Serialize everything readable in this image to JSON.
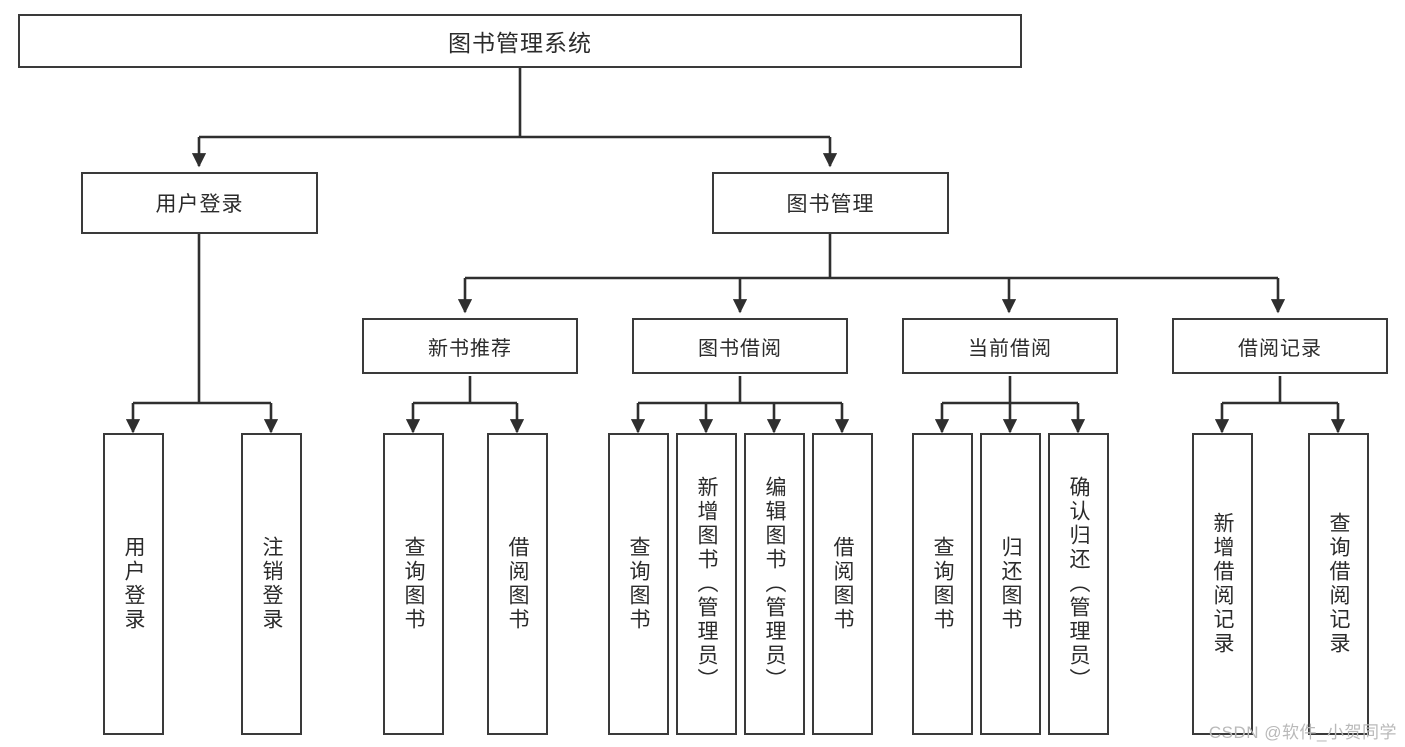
{
  "diagram": {
    "title": "图书管理系统",
    "type": "tree-hierarchy-diagram",
    "colors": {
      "border": "#3a3a3a",
      "text": "#2b2b2b",
      "background": "#ffffff",
      "connector": "#2f2f2f",
      "watermark": "#b9b9b9"
    },
    "root": {
      "label": "图书管理系统"
    },
    "level1": [
      {
        "id": "user-login",
        "label": "用户登录"
      },
      {
        "id": "book-management",
        "label": "图书管理"
      }
    ],
    "level2": [
      {
        "id": "new-book-recommend",
        "label": "新书推荐"
      },
      {
        "id": "book-borrow",
        "label": "图书借阅"
      },
      {
        "id": "current-borrow",
        "label": "当前借阅"
      },
      {
        "id": "borrow-record",
        "label": "借阅记录"
      }
    ],
    "leaves": {
      "user_login": [
        {
          "id": "leaf-user-login",
          "label": "用户登录"
        },
        {
          "id": "leaf-logout-login",
          "label": "注销登录"
        }
      ],
      "new_book_recommend": [
        {
          "id": "leaf-query-book-1",
          "label": "查询图书"
        },
        {
          "id": "leaf-borrow-book-1",
          "label": "借阅图书"
        }
      ],
      "book_borrow": [
        {
          "id": "leaf-query-book-2",
          "label": "查询图书"
        },
        {
          "id": "leaf-add-book",
          "label": "新增图书（管理员）"
        },
        {
          "id": "leaf-edit-book",
          "label": "编辑图书（管理员）"
        },
        {
          "id": "leaf-borrow-book-2",
          "label": "借阅图书"
        }
      ],
      "current_borrow": [
        {
          "id": "leaf-query-book-3",
          "label": "查询图书"
        },
        {
          "id": "leaf-return-book",
          "label": "归还图书"
        },
        {
          "id": "leaf-confirm-return",
          "label": "确认归还（管理员）"
        }
      ],
      "borrow_record": [
        {
          "id": "leaf-add-borrow-record",
          "label": "新增借阅记录"
        },
        {
          "id": "leaf-query-borrow-record",
          "label": "查询借阅记录"
        }
      ]
    }
  },
  "watermark": {
    "text": "CSDN @软件_小贺同学"
  }
}
